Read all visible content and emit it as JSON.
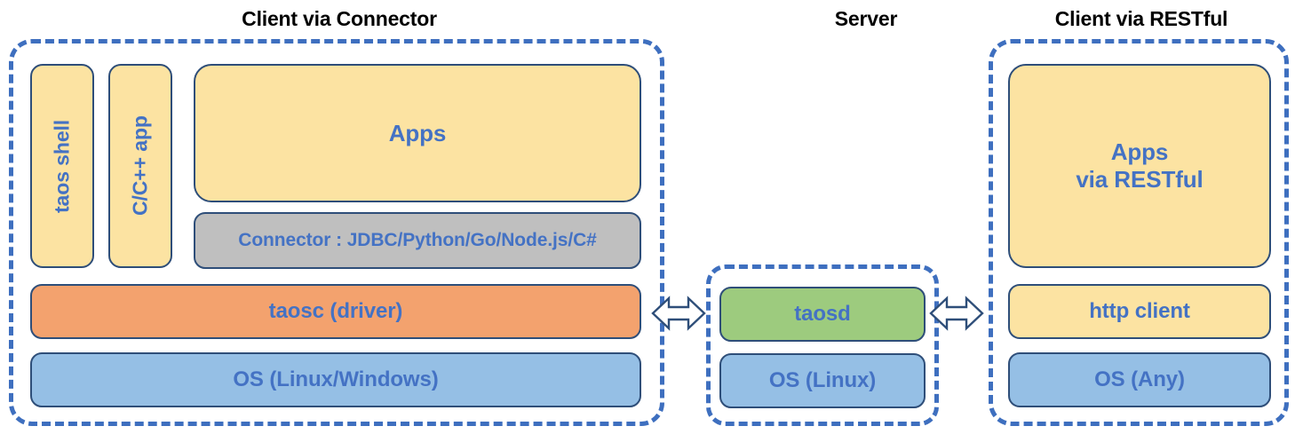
{
  "diagram": {
    "title_left": "Client via Connector",
    "title_middle": "Server",
    "title_right": "Client via RESTful",
    "colors": {
      "dashed_border": "#3E6FBF",
      "block_border": "#2E4E79",
      "text_blue": "#4472C4",
      "yellow": "#FCE3A2",
      "orange": "#F3A26E",
      "blue": "#95BFE5",
      "green": "#9DCB7E",
      "grey": "#BFBFBF",
      "title_black": "#000000"
    }
  },
  "client_connector": {
    "taos_shell": "taos shell",
    "c_cpp_app": "C/C++ app",
    "apps": "Apps",
    "connector": "Connector : JDBC/Python/Go/Node.js/C#",
    "taosc": "taosc (driver)",
    "os": "OS (Linux/Windows)"
  },
  "server": {
    "taosd": "taosd",
    "os": "OS (Linux)"
  },
  "client_restful": {
    "apps_line1": "Apps",
    "apps_line2": "via RESTful",
    "http_client": "http client",
    "os": "OS (Any)"
  },
  "arrows": {
    "left_label": "double-headed-arrow-client-to-server",
    "right_label": "double-headed-arrow-server-to-restful-client"
  }
}
